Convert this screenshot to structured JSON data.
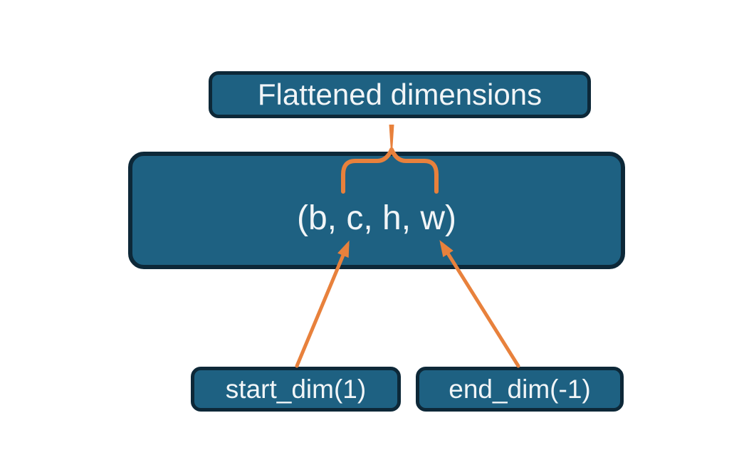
{
  "colors": {
    "background": "#ffffff",
    "node_fill": "#1e6182",
    "node_border": "#0d2838",
    "node_text": "#f1f5f7",
    "connector": "#e8813c"
  },
  "nodes": {
    "flattened": {
      "label": "Flattened dimensions"
    },
    "tensor": {
      "label": "(b, c, h, w)"
    },
    "start_dim": {
      "label": "start_dim(1)"
    },
    "end_dim": {
      "label": "end_dim(-1)"
    }
  },
  "connectors": {
    "brace": {
      "kind": "curly-brace",
      "spans": "c through w",
      "links_to": "Flattened dimensions"
    },
    "start_arrow": {
      "kind": "arrow",
      "from": "start_dim(1)",
      "points_to": "c"
    },
    "end_arrow": {
      "kind": "arrow",
      "from": "end_dim(-1)",
      "points_to": "w"
    }
  }
}
